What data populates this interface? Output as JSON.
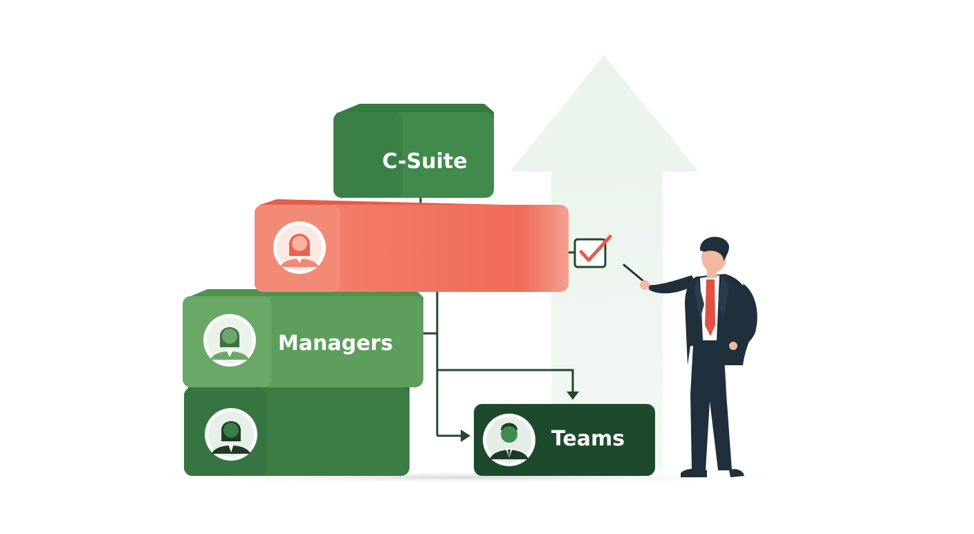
{
  "diagram": {
    "levels": [
      {
        "id": "c-suite",
        "label": "C-Suite",
        "color": "#3f8a4c"
      },
      {
        "id": "middle",
        "label": "",
        "color": "#f06f5c"
      },
      {
        "id": "managers",
        "label": "Managers",
        "color": "#5d9e5d"
      },
      {
        "id": "base",
        "label": "",
        "color": "#3b7d44"
      },
      {
        "id": "teams",
        "label": "Teams",
        "color": "#1d4a2c"
      }
    ],
    "colors": {
      "arrow_background": "#eef5ef",
      "connector": "#1f4a2a",
      "checkbox": "#1f4a2a",
      "checkmark": "#e85a4a",
      "suit": "#1f2f3c",
      "tie": "#e0523f",
      "skin": "#f2b8a2"
    },
    "icons": [
      "female-avatar-icon",
      "female-avatar-icon",
      "female-avatar-icon",
      "male-avatar-icon",
      "checkbox-check-icon",
      "growth-arrow-icon",
      "presenter-figure"
    ]
  }
}
